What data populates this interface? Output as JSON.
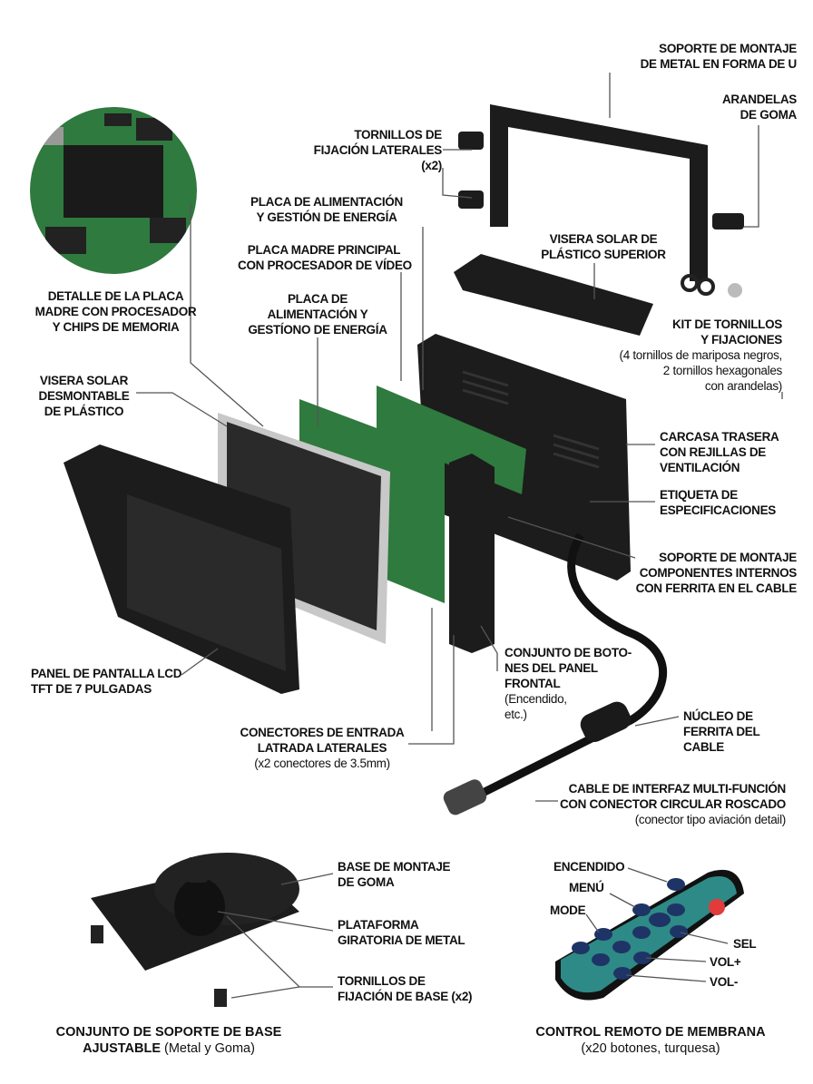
{
  "colors": {
    "plastic": "#1c1c1c",
    "pcb": "#2f7a3e",
    "remote": "#2e8a86",
    "remote_power": "#e23b3b",
    "leader": "#555555"
  },
  "labels": {
    "u_bracket": "SOPORTE DE MONTAJE\nDE METAL EN FORMA DE U",
    "rubber_washers": "ARANDELAS\nDE GOMA",
    "side_screws": "TORNILLOS DE\nFIJACIÓN LATERALES\n(x2)",
    "power_board_top": "PLACA DE ALIMENTACIÓN\nY GESTIÓN DE ENERGÍA",
    "main_board": "PLACA MADRE PRINCIPAL\nCON PROCESADOR DE VÍDEO",
    "top_visor": "VISERA SOLAR DE\nPLÁSTICO SUPERIOR",
    "power_board": "PLACA DE\nALIMENTACIÓN Y\nGESTÍONO DE ENERGÍA",
    "board_detail": "DETALLE DE LA PLACA\nMADRE CON PROCESADOR\nY CHIPS DE MEMORIA",
    "removable_visor": "VISERA SOLAR\nDESMONTABLE\nDE PLÁSTICO",
    "screw_kit_title": "KIT DE TORNILLOS\nY FIJACIONES",
    "screw_kit_detail": "(4 tornillos de mariposa negros,\n2 tornillos hexagonales\ncon arandelas)",
    "rear_housing": "CARCASA TRASERA\nCON REJILLAS DE\nVENTILACIÓN",
    "spec_label": "ETIQUETA DE\nESPECIFICACIONES",
    "internal_mount": "SOPORTE DE MONTAJE\nCOMPONENTES INTERNOS\nCON FERRITA EN EL CABLE",
    "lcd_panel": "PANEL DE PANTALLA LCD\nTFT DE 7 PULGADAS",
    "buttons_title": "CONJUNTO DE BOTO-\nNES DEL PANEL\nFRONTAL",
    "buttons_detail": "(Encendido,\netc.)",
    "ferrite": "NÚCLEO DE\nFERRITA DEL\nCABLE",
    "side_connectors_title": "CONECTORES DE ENTRADA\nLATRADA LATERALES",
    "side_connectors_detail": "(x2 conectores de 3.5mm)",
    "cable_title": "CABLE DE INTERFAZ MULTI-FUNCIÓN\nCON CONECTOR CIRCULAR ROSCADO",
    "cable_detail": "(conector tipo aviación detail)",
    "rubber_base": "BASE DE MONTAJE\nDE GOMA",
    "swivel": "PLATAFORMA\nGIRATORIA DE METAL",
    "base_screws": "TORNILLOS DE\nFIJACIÓN DE BASE (x2)",
    "remote_power": "ENCENDIDO",
    "remote_menu": "MENÚ",
    "remote_mode": "MODE",
    "remote_sel": "SEL",
    "remote_volup": "VOL+",
    "remote_voldown": "VOL-"
  },
  "captions": {
    "base_title_1": "CONJUNTO DE SOPORTE DE BASE",
    "base_title_2": "AJUSTABLE",
    "base_title_2_detail": " (Metal y Goma)",
    "remote_title": "CONTROL REMOTO DE MEMBRANA",
    "remote_detail": "(x20 botones, turquesa)"
  }
}
